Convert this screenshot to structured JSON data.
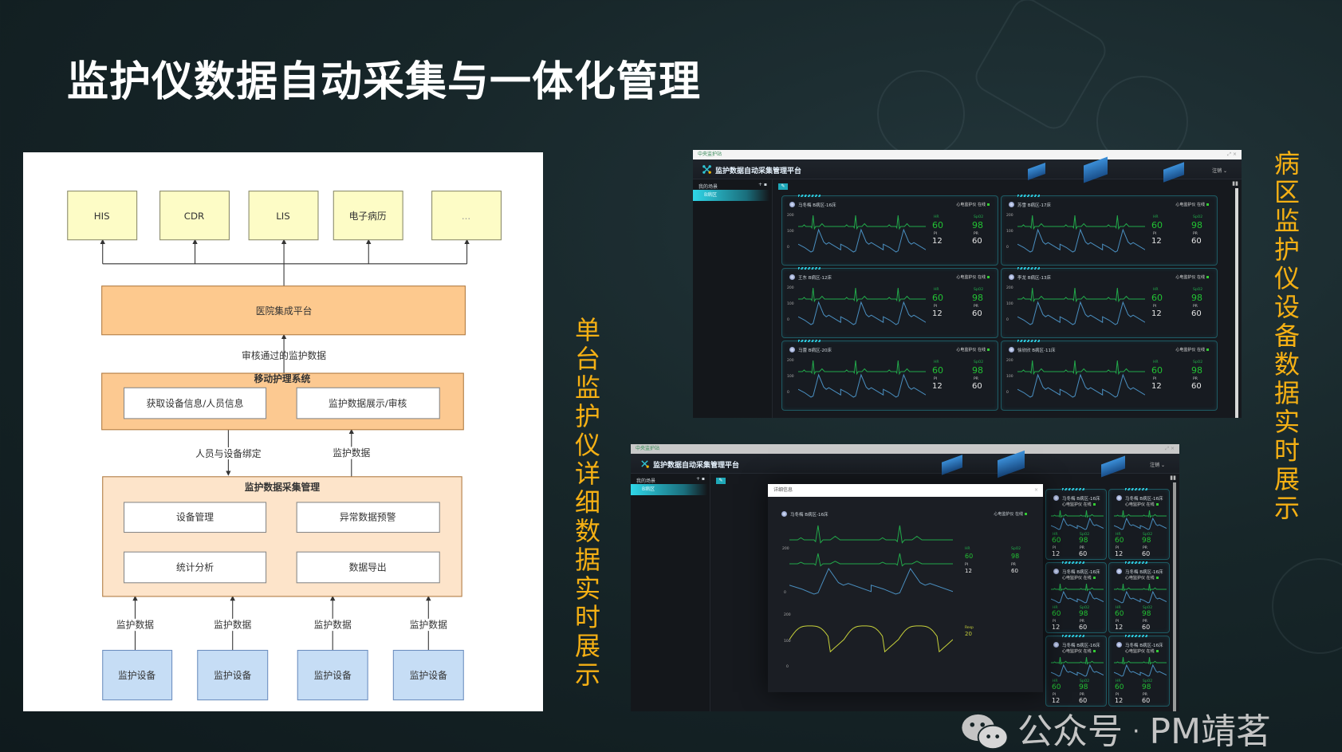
{
  "title": "监护仪数据自动采集与一体化管理",
  "diagram": {
    "top_systems": [
      "HIS",
      "CDR",
      "LIS",
      "电子病历",
      "..."
    ],
    "platform": "医院集成平台",
    "audit_label": "审核通过的监护数据",
    "mobile": {
      "title": "移动护理系统",
      "items": [
        "获取设备信息/人员信息",
        "监护数据展示/审核"
      ]
    },
    "bind_label": "人员与设备绑定",
    "monitor_label": "监护数据",
    "collect": {
      "title": "监护数据采集管理",
      "items": [
        "设备管理",
        "异常数据预警",
        "统计分析",
        "数据导出"
      ]
    },
    "device_edges": [
      "监护数据",
      "监护数据",
      "监护数据",
      "监护数据"
    ],
    "devices": [
      "监护设备",
      "监护设备",
      "监护设备",
      "监护设备"
    ]
  },
  "left_caption": "单台监护仪详细数据实时展示",
  "right_caption": "病区监护仪设备数据实时展示",
  "app": {
    "window_title": "中央监护站",
    "title": "监护数据自动采集管理平台",
    "sidebar_title": "我的场景",
    "sidebar_item": "B病区",
    "user": "注销 ⌄",
    "window_controls": "⤢ ×"
  },
  "axis": [
    "200",
    "100",
    "0"
  ],
  "vital_labels": {
    "hr": "HR",
    "spo2": "SpO2",
    "pi": "PI",
    "pr": "PR",
    "resp": "Resp"
  },
  "cards": [
    {
      "patient": "马冬梅 B病区-16床",
      "status": "心电监护仪 在线",
      "hr": "60",
      "spo2": "98",
      "pi": "12",
      "pr": "60"
    },
    {
      "patient": "苏雪 B病区-17床",
      "status": "心电监护仪 在线",
      "hr": "60",
      "spo2": "98",
      "pi": "12",
      "pr": "60"
    },
    {
      "patient": "王东 B病区-12床",
      "status": "心电监护仪 在线",
      "hr": "60",
      "spo2": "98",
      "pi": "12",
      "pr": "60"
    },
    {
      "patient": "李龙 B病区-13床",
      "status": "心电监护仪 在线",
      "hr": "60",
      "spo2": "98",
      "pi": "12",
      "pr": "60"
    },
    {
      "patient": "马蕾 B病区-20床",
      "status": "心电监护仪 在线",
      "hr": "60",
      "spo2": "98",
      "pi": "12",
      "pr": "60"
    },
    {
      "patient": "徐欣欣 B病区-11床",
      "status": "心电监护仪 在线",
      "hr": "60",
      "spo2": "98",
      "pi": "12",
      "pr": "60"
    }
  ],
  "bottom_cards": [
    {
      "patient": "马冬梅 B病区-16床",
      "status": "心电监护仪 在线",
      "hr": "60",
      "spo2": "98",
      "pi": "12",
      "pr": "60"
    },
    {
      "patient": "马冬梅 B病区-16床",
      "status": "心电监护仪 在线",
      "hr": "60",
      "spo2": "98",
      "pi": "12",
      "pr": "60"
    },
    {
      "patient": "马冬梅 B病区-16床",
      "status": "心电监护仪 在线",
      "hr": "60",
      "spo2": "98",
      "pi": "12",
      "pr": "60"
    },
    {
      "patient": "马冬梅 B病区-16床",
      "status": "心电监护仪 在线",
      "hr": "60",
      "spo2": "98",
      "pi": "12",
      "pr": "60"
    },
    {
      "patient": "马冬梅 B病区-16床",
      "status": "心电监护仪 在线",
      "hr": "60",
      "spo2": "98",
      "pi": "12",
      "pr": "60"
    },
    {
      "patient": "马冬梅 B病区-16床",
      "status": "心电监护仪 在线",
      "hr": "60",
      "spo2": "98",
      "pi": "12",
      "pr": "60"
    }
  ],
  "modal": {
    "title": "详细信息",
    "close": "×",
    "patient": "马冬梅 B病区-16床",
    "status": "心电监护仪 在线",
    "hr": "60",
    "spo2": "98",
    "pi": "12",
    "pr": "60",
    "resp": "20",
    "axis_top": [
      "200",
      "0"
    ],
    "axis_resp": [
      "200",
      "100",
      "0"
    ]
  },
  "watermark": {
    "app": "公众号",
    "separator": "·",
    "name": "PM靖茗"
  },
  "colors": {
    "caption": "#f5b014",
    "ecg": "#22a84a",
    "pleth": "#4a8fc0",
    "resp": "#c8d23a",
    "vital": "#22c233"
  }
}
